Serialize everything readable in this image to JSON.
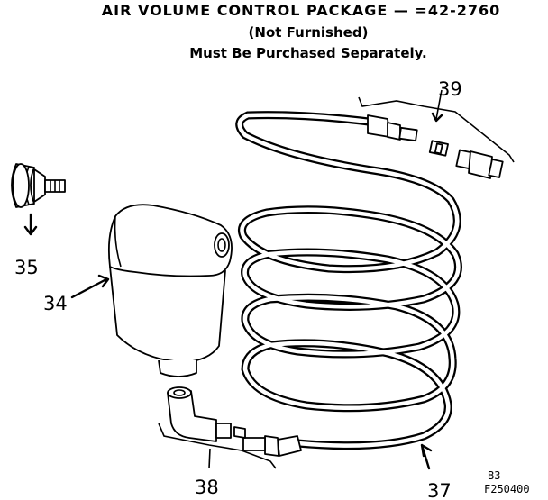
{
  "header": {
    "title": "AIR VOLUME CONTROL PACKAGE — =42-2760",
    "subtitle": "(Not Furnished)",
    "note": "Must Be Purchased Separately."
  },
  "callouts": {
    "c35": "35",
    "c34": "34",
    "c39": "39",
    "c38": "38",
    "c37": "37"
  },
  "codes": {
    "line1": "B3",
    "line2": "F250400"
  }
}
